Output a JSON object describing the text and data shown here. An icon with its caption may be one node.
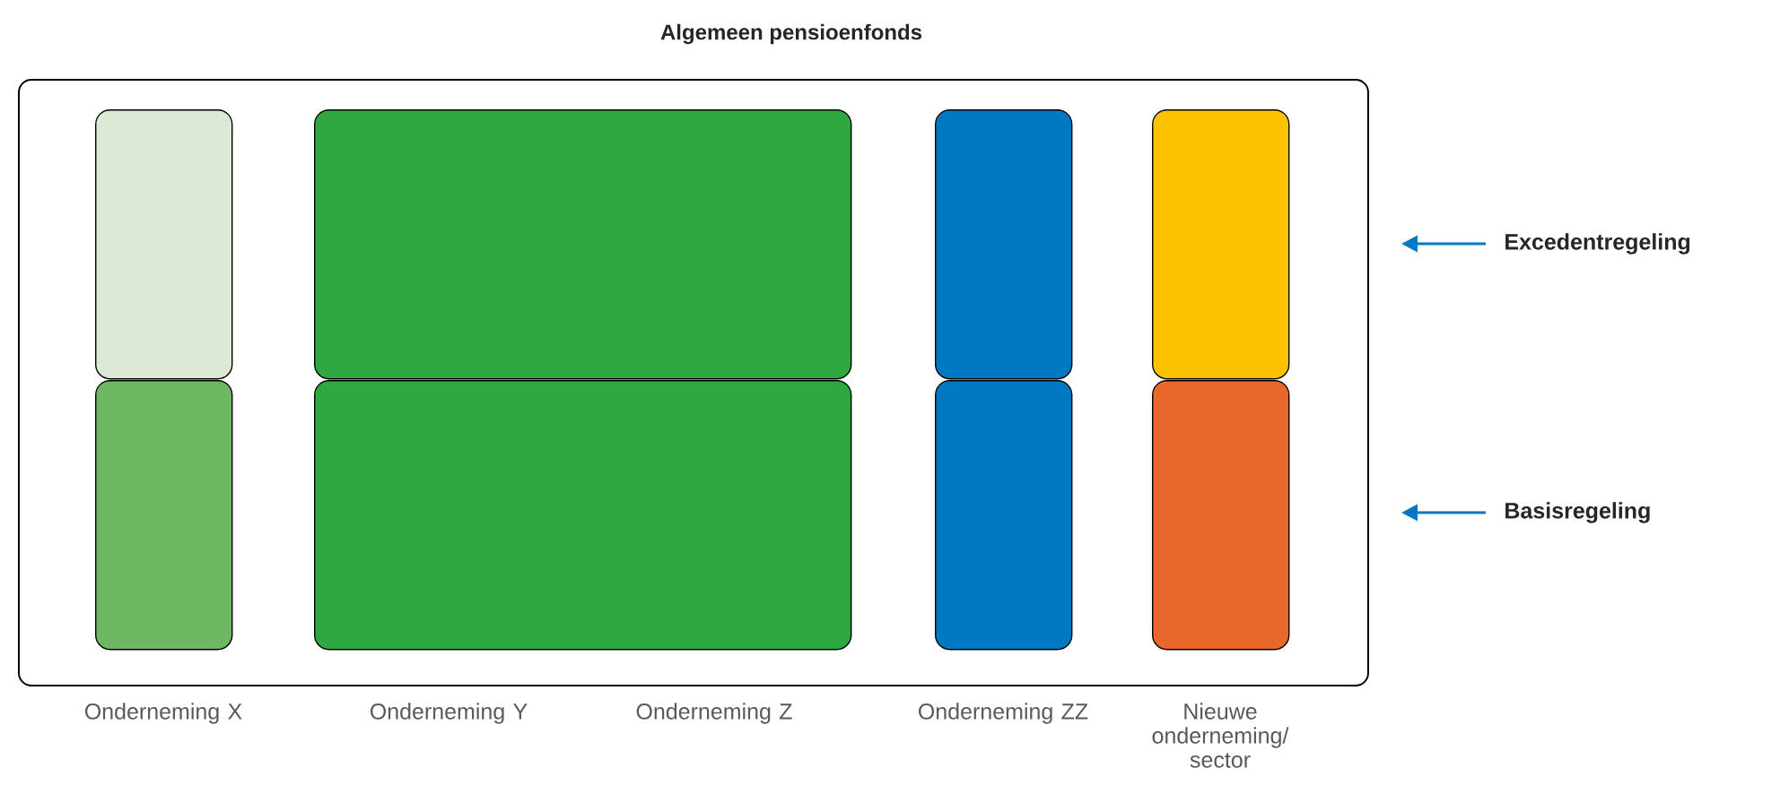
{
  "diagram": {
    "title": "Algemeen pensioenfonds",
    "nodes": [
      {
        "text": [],
        "shape": "box"
      },
      {
        "text": [],
        "shape": "box",
        "in": 0
      },
      {
        "text": [],
        "shape": "box",
        "in": 0
      },
      {
        "text": [],
        "shape": "box",
        "in": 0
      },
      {
        "text": [],
        "shape": "box",
        "in": 0
      },
      {
        "text": [],
        "shape": "box",
        "in": 0
      },
      {
        "text": [],
        "shape": "box",
        "in": 0
      },
      {
        "text": [],
        "shape": "box",
        "in": 0
      },
      {
        "text": [],
        "shape": "box",
        "in": 0
      },
      {
        "text": [
          "Excedentregeling"
        ]
      },
      {
        "text": [
          "Basisregeling"
        ]
      }
    ],
    "edges": [
      {
        "from": 9,
        "to": null,
        "arrow": "to"
      },
      {
        "from": 10,
        "to": null,
        "arrow": "to"
      }
    ],
    "labels": [
      "Onderneming X",
      "Onderneming Y",
      "Onderneming Z",
      "Onderneming ZZ",
      "Nieuwe onderneming/ sector"
    ]
  }
}
